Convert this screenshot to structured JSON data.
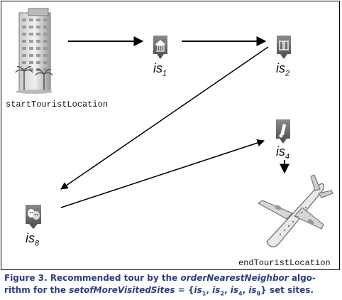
{
  "labels": {
    "start": "startTouristLocation",
    "end": "endTouristLocation"
  },
  "sites": [
    {
      "id": "is",
      "sub": "1",
      "icon": "museum-pin-icon"
    },
    {
      "id": "is",
      "sub": "2",
      "icon": "monument-pin-icon"
    },
    {
      "id": "is",
      "sub": "4",
      "icon": "music-pin-icon"
    },
    {
      "id": "is",
      "sub": "8",
      "icon": "theater-pin-icon"
    }
  ],
  "caption": {
    "lead": "Figure 3. Recommended tour by the ",
    "algo": "orderNearestNeighbor",
    "mid1": " algo- rithm for the ",
    "set_name": "setofMoreVisitedSites",
    "mid2": " = {",
    "s1": "is",
    "s1_sub": "1",
    "sep1": ", ",
    "s2": "is",
    "s2_sub": "2",
    "sep2": ", ",
    "s4": "is",
    "s4_sub": "4",
    "sep3": ", ",
    "s8": "is",
    "s8_sub": "8",
    "tail": "} set sites."
  }
}
